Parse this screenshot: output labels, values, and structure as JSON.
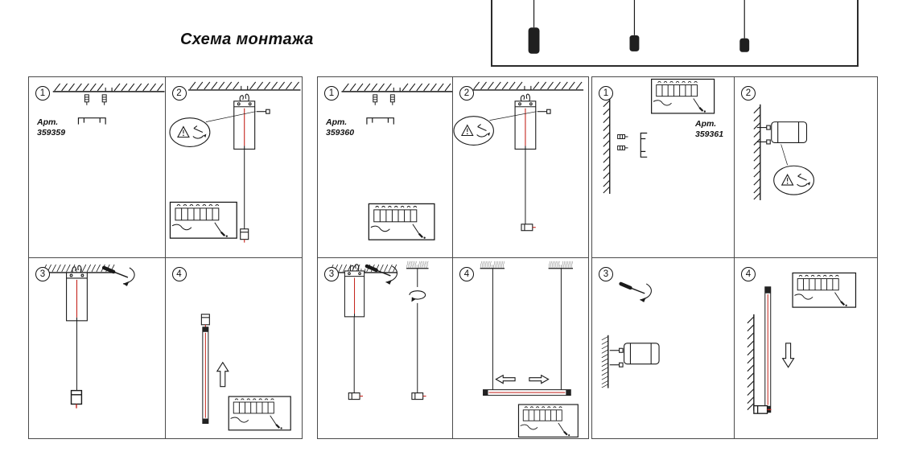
{
  "title": "Схема монтажа",
  "panels": [
    {
      "article_label": "Арт.",
      "article_number": "359359",
      "steps": [
        {
          "num": "1"
        },
        {
          "num": "2"
        },
        {
          "num": "3"
        },
        {
          "num": "4"
        }
      ]
    },
    {
      "article_label": "Арт.",
      "article_number": "359360",
      "steps": [
        {
          "num": "1"
        },
        {
          "num": "2"
        },
        {
          "num": "3"
        },
        {
          "num": "4"
        }
      ]
    },
    {
      "article_label": "Арт.",
      "article_number": "359361",
      "steps": [
        {
          "num": "1"
        },
        {
          "num": "2"
        },
        {
          "num": "3"
        },
        {
          "num": "4"
        }
      ]
    }
  ],
  "colors": {
    "line": "#1a1a1a",
    "accent_red": "#c4231b",
    "panel_border": "#4a4a4a"
  }
}
